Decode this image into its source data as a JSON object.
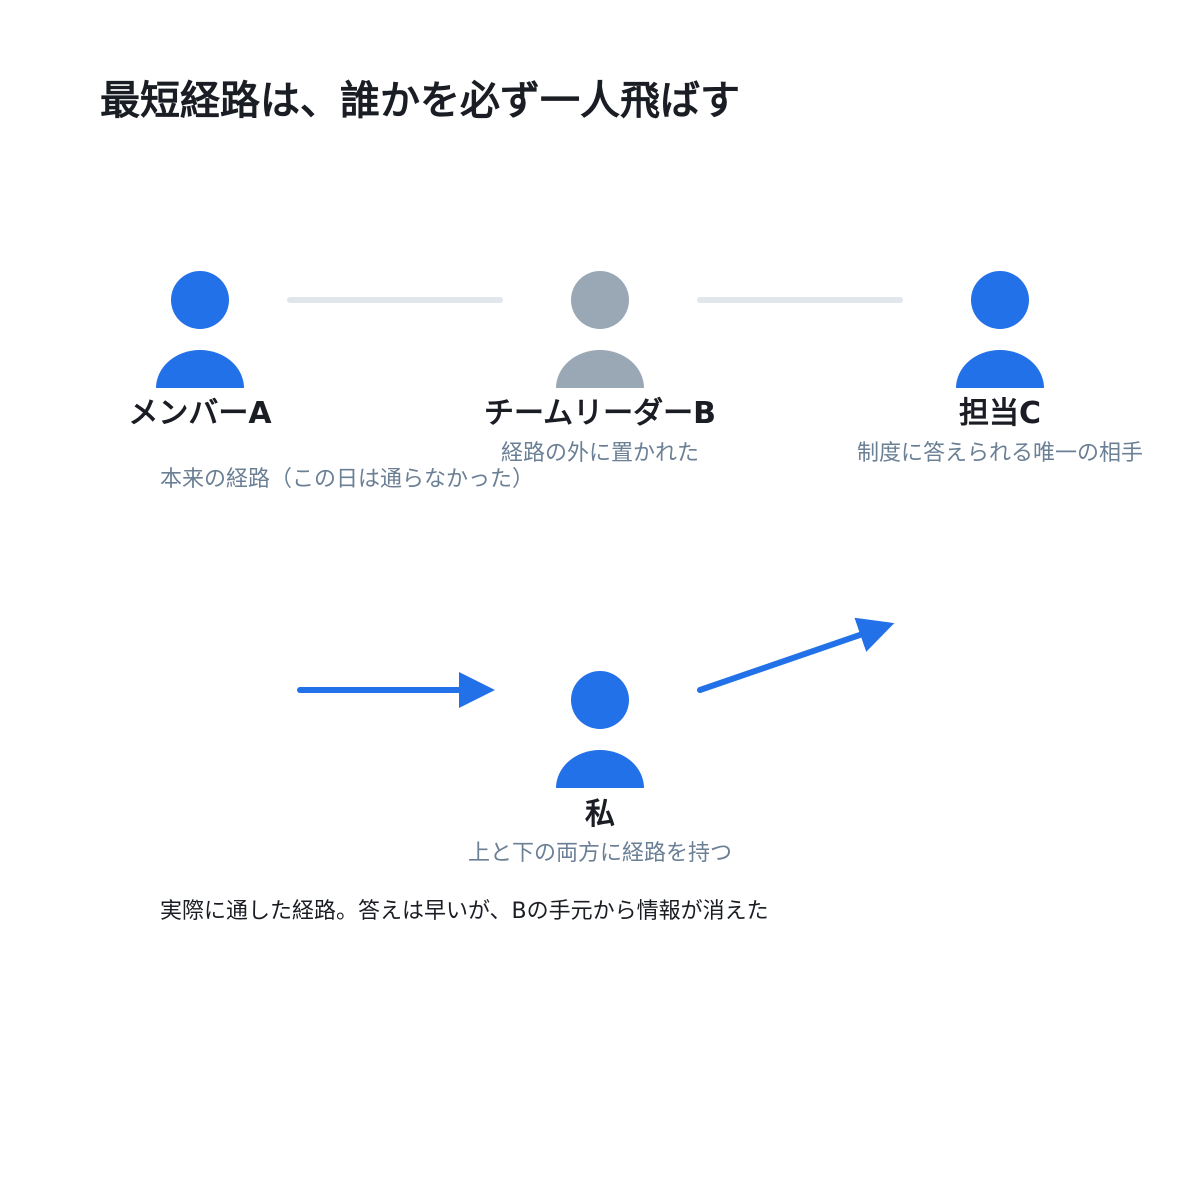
{
  "title": "最短経路は、誰かを必ず一人飛ばす",
  "colors": {
    "active": "#2271e8",
    "bypassed": "#9aa8b6",
    "unused_path": "#e1e5ec",
    "text_dark": "#1a1d23",
    "text_muted": "#6b7f95"
  },
  "nodes": {
    "member_a": {
      "name": "メンバーA",
      "icon": "person-icon",
      "state": "active"
    },
    "leader_b": {
      "name": "チームリーダーB",
      "sub": "経路の外に置かれた",
      "icon": "person-icon",
      "state": "bypassed"
    },
    "contact_c": {
      "name": "担当C",
      "sub": "制度に答えられる唯一の相手",
      "icon": "person-icon",
      "state": "active"
    },
    "me": {
      "name": "私",
      "sub": "上と下の両方に経路を持つ",
      "icon": "person-icon",
      "state": "active"
    }
  },
  "paths": {
    "normal_route_note": "本来の経路（この日は通らなかった）",
    "actual_route_note": "実際に通した経路。答えは早いが、Bの手元から情報が消えた"
  }
}
